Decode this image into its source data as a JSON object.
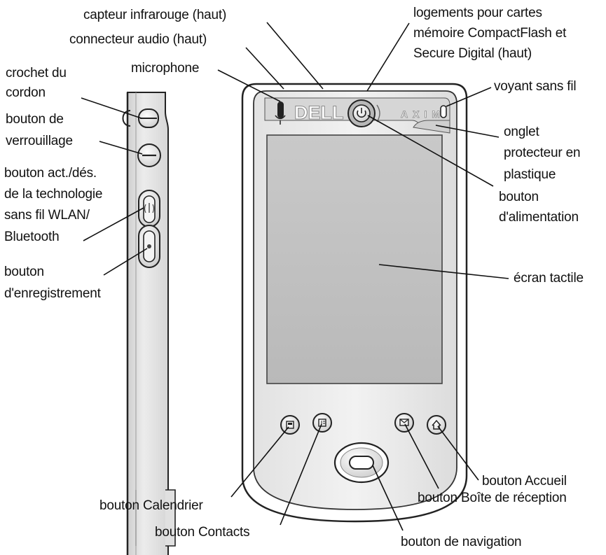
{
  "labels": {
    "infrared_sensor": "capteur infrarouge (haut)",
    "audio_connector": "connecteur audio (haut)",
    "microphone": "microphone",
    "card_slots_1": "logements pour cartes",
    "card_slots_2": "mémoire CompactFlash et",
    "card_slots_3": "Secure Digital (haut)",
    "wireless_led": "voyant sans fil",
    "lanyard_hook_1": "crochet du",
    "lanyard_hook_2": "cordon",
    "lock_button_1": "bouton de",
    "lock_button_2": "verrouillage",
    "wlan_button_1": "bouton act./dés.",
    "wlan_button_2": "de la technologie",
    "wlan_button_3": "sans fil WLAN/",
    "wlan_button_4": "Bluetooth",
    "record_button_1": "bouton",
    "record_button_2": "d'enregistrement",
    "protective_tab_1": "onglet",
    "protective_tab_2": "protecteur en",
    "protective_tab_3": "plastique",
    "power_button_1": "bouton",
    "power_button_2": "d'alimentation",
    "touch_screen": "écran tactile",
    "home_button": "bouton Accueil",
    "calendar_button": "bouton Calendrier",
    "inbox_button": "bouton Boîte de réception",
    "contacts_button": "bouton Contacts",
    "navigation_button": "bouton de navigation"
  },
  "device": {
    "brand_logo": "DELL",
    "model_logo": "AXIM"
  },
  "icons": {
    "power": "power-icon",
    "calendar": "calendar-icon",
    "contacts": "contacts-icon",
    "inbox": "envelope-icon",
    "home": "home-icon",
    "wireless": "wireless-signal-icon"
  }
}
